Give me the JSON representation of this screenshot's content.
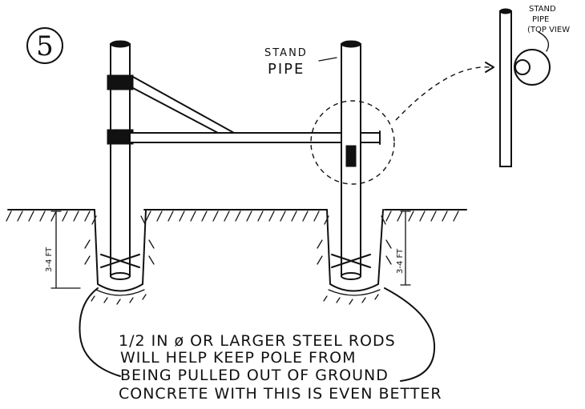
{
  "step_number": "5",
  "stand_pipe_label": [
    "STAND",
    "PIPE"
  ],
  "top_view_label": [
    "STAND",
    "PIPE",
    "(TOP VIEW"
  ],
  "depth_label_left": "3-4 FT",
  "depth_label_right": "3-4 FT",
  "caption_lines": [
    "1/2 IN ø OR LARGER STEEL RODS",
    "WILL HELP KEEP POLE FROM",
    "BEING PULLED OUT OF GROUND",
    "CONCRETE WITH THIS IS EVEN BETTER"
  ]
}
